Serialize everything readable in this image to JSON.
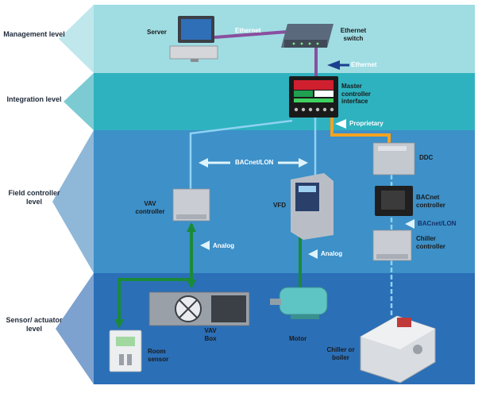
{
  "levels": [
    {
      "label": "Management level"
    },
    {
      "label": "Integration level"
    },
    {
      "label": "Field controller level"
    },
    {
      "label": "Sensor/ actuator level"
    }
  ],
  "devices": {
    "server": "Server",
    "ethernet_switch": "Ethernet switch",
    "master_controller": "Master controller interface",
    "ddc": "DDC",
    "bacnet_controller": "BACnet controller",
    "chiller_controller": "Chiller controller",
    "vav_controller": "VAV controller",
    "vfd": "VFD",
    "vav_box": "VAV Box",
    "motor": "Motor",
    "room_sensor": "Room sensor",
    "chiller_or_boiler": "Chiller or boiler"
  },
  "connections": {
    "ethernet_top": "Ethernet",
    "ethernet_down": "Ethernet",
    "proprietary": "Proprietary",
    "bacnet_lon": "BACnet/LON",
    "bacnet_lon_right": "BACnet/LON",
    "analog_vav": "Analog",
    "analog_vfd": "Analog"
  },
  "colors": {
    "management_band": "#9fdde3",
    "integration_band": "#2fb2bf",
    "field_band": "#3d90c8",
    "sensor_band": "#2b6fb7",
    "ethernet_line": "#8a4f9e",
    "proprietary_line": "#f4a320",
    "bacnet_line": "#8fd2f2",
    "analog_line": "#1a8a3a"
  }
}
